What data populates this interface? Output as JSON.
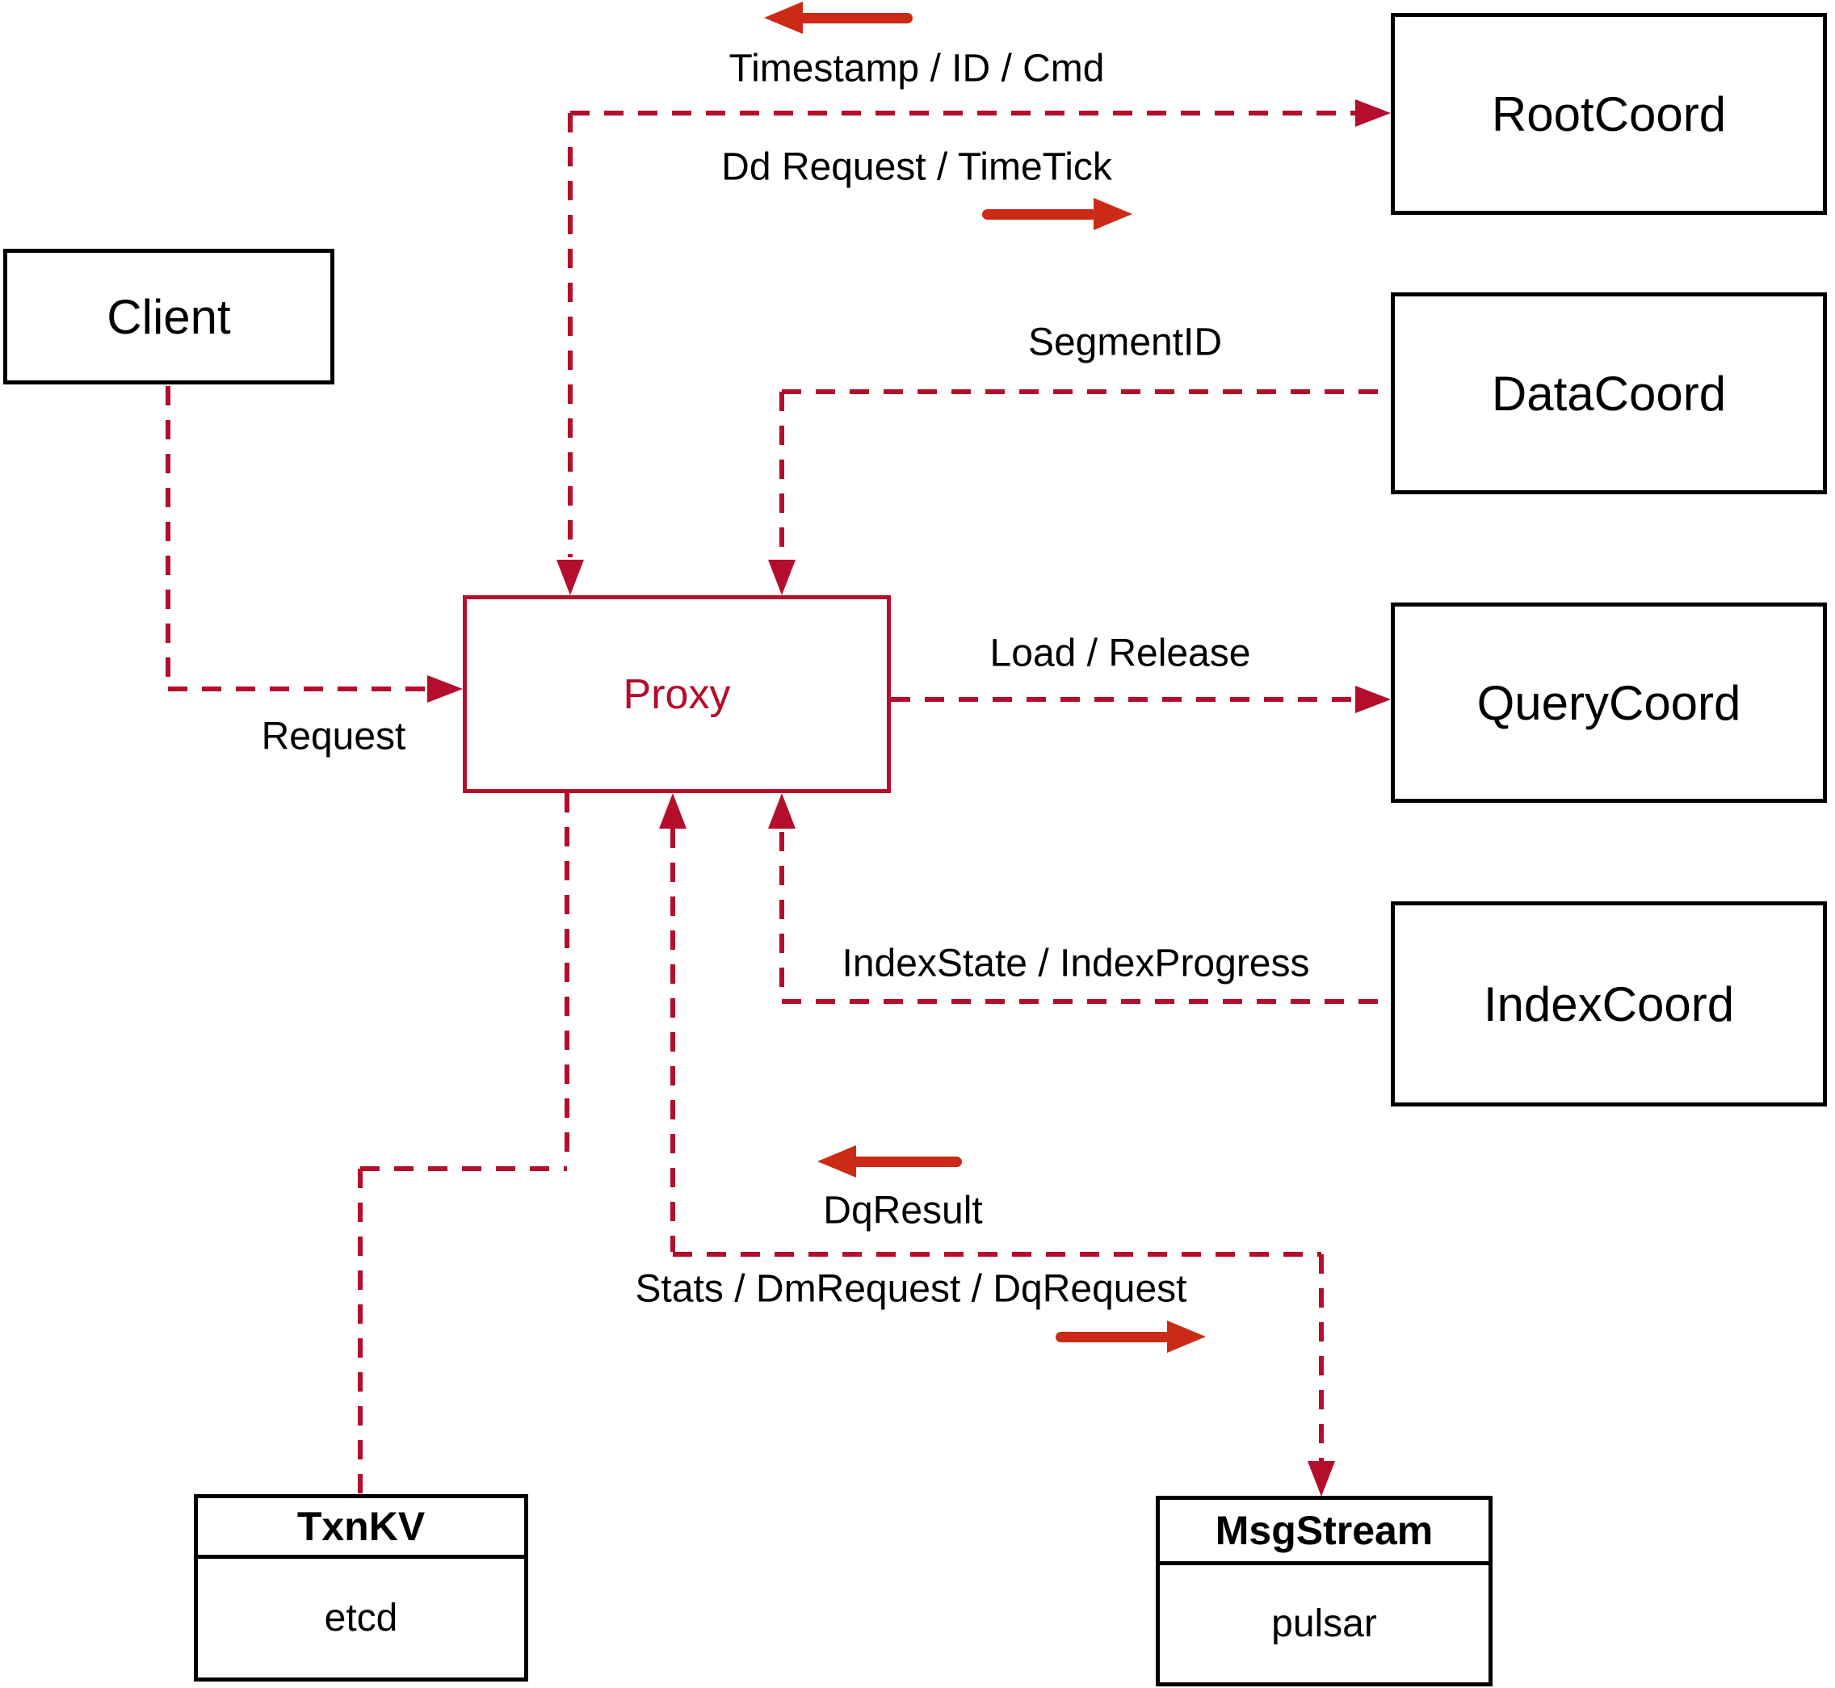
{
  "colors": {
    "background": "#ffffff",
    "box_border": "#000000",
    "text": "#000000",
    "line": "#b50d2c",
    "proxy_accent": "#b50d2c",
    "arrow": "#cb2a16"
  },
  "nodes": {
    "client": {
      "label": "Client"
    },
    "root_coord": {
      "label": "RootCoord"
    },
    "data_coord": {
      "label": "DataCoord"
    },
    "query_coord": {
      "label": "QueryCoord"
    },
    "index_coord": {
      "label": "IndexCoord"
    },
    "proxy": {
      "label": "Proxy"
    },
    "txn_kv": {
      "title": "TxnKV",
      "subtitle": "etcd"
    },
    "msg_stream": {
      "title": "MsgStream",
      "subtitle": "pulsar"
    }
  },
  "edge_labels": {
    "timestamp_id_cmd": "Timestamp / ID / Cmd",
    "dd_request_timetick": "Dd Request / TimeTick",
    "segment_id": "SegmentID",
    "load_release": "Load / Release",
    "index_state_progress": "IndexState / IndexProgress",
    "request": "Request",
    "dq_result": "DqResult",
    "stats_dm_dq": "Stats / DmRequest / DqRequest"
  }
}
